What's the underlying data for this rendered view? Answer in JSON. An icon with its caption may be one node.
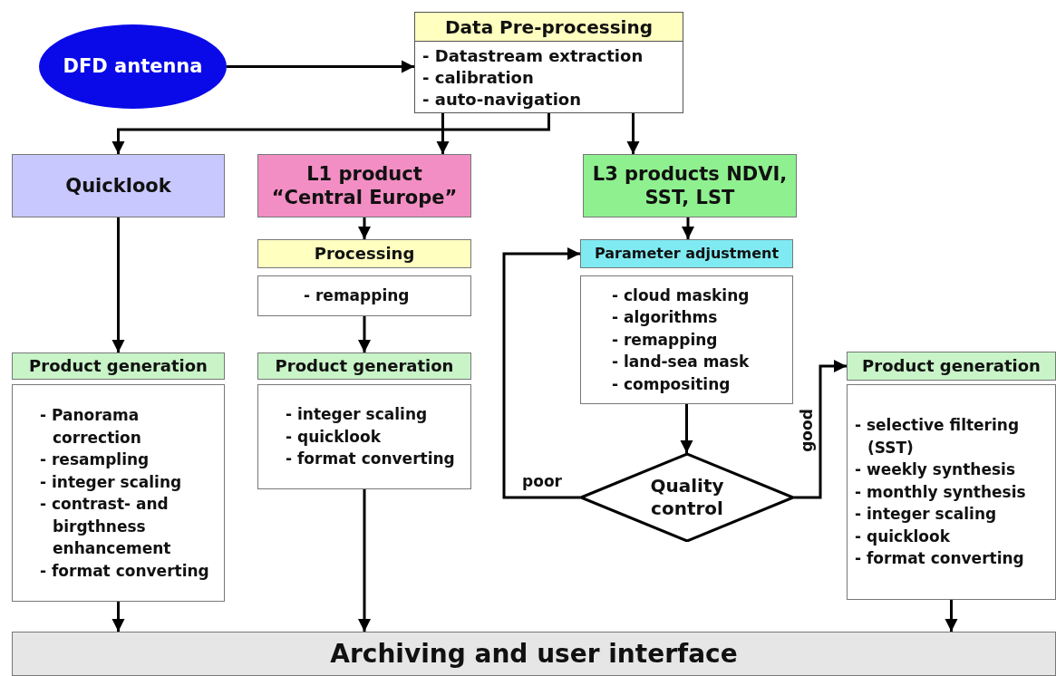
{
  "diagram": {
    "nodes": [
      {
        "text": [
          "DFD antenna"
        ]
      },
      {
        "text": [
          "Data Pre-processing",
          "- Datastream extraction",
          "- calibration",
          "- auto-navigation"
        ]
      },
      {
        "text": [
          "Quicklook"
        ]
      },
      {
        "text": [
          "L1 product “Central Europe”"
        ]
      },
      {
        "text": [
          "L3 products NDVI, SST, LST"
        ]
      },
      {
        "text": [
          "Processing"
        ]
      },
      {
        "text": [
          "- remapping"
        ]
      },
      {
        "text": [
          "Product generation"
        ]
      },
      {
        "text": [
          "- Panorama correction",
          "- resampling",
          "- integer scaling",
          "- contrast- and birgthness enhancement",
          "- format converting"
        ]
      },
      {
        "text": [
          "Product generation"
        ]
      },
      {
        "text": [
          "- integer scaling",
          "- quicklook",
          "- format converting"
        ]
      },
      {
        "text": [
          "Parameter adjustment"
        ]
      },
      {
        "text": [
          "- cloud masking",
          "- algorithms",
          "- remapping",
          "- land-sea mask",
          "- compositing"
        ]
      },
      {
        "text": [
          "Quality control"
        ]
      },
      {
        "text": [
          "Product generation"
        ]
      },
      {
        "text": [
          "- selective filtering (SST)",
          "- weekly synthesis",
          "- monthly synthesis",
          "- integer scaling",
          "- quicklook",
          "- format converting"
        ]
      },
      {
        "text": [
          "Archiving and user interface"
        ]
      }
    ],
    "edges": [
      {
        "from": 0,
        "to": 1,
        "arrow": "to"
      },
      {
        "from": 1,
        "to": 2,
        "arrow": "to"
      },
      {
        "from": 1,
        "to": 3,
        "arrow": "to"
      },
      {
        "from": 1,
        "to": 4,
        "arrow": "to"
      },
      {
        "from": 2,
        "to": 7,
        "arrow": "to"
      },
      {
        "from": 3,
        "to": 5,
        "arrow": "to"
      },
      {
        "from": 6,
        "to": 9,
        "arrow": "to"
      },
      {
        "from": 4,
        "to": 11,
        "arrow": "to"
      },
      {
        "from": 12,
        "to": 13,
        "arrow": "to"
      },
      {
        "from": 13,
        "to": 11,
        "arrow": "to",
        "label": "poor"
      },
      {
        "from": 13,
        "to": 14,
        "arrow": "to",
        "label": "good"
      },
      {
        "from": 8,
        "to": 16,
        "arrow": "to"
      },
      {
        "from": 10,
        "to": 16,
        "arrow": "to"
      },
      {
        "from": 15,
        "to": 16,
        "arrow": "to"
      }
    ]
  }
}
